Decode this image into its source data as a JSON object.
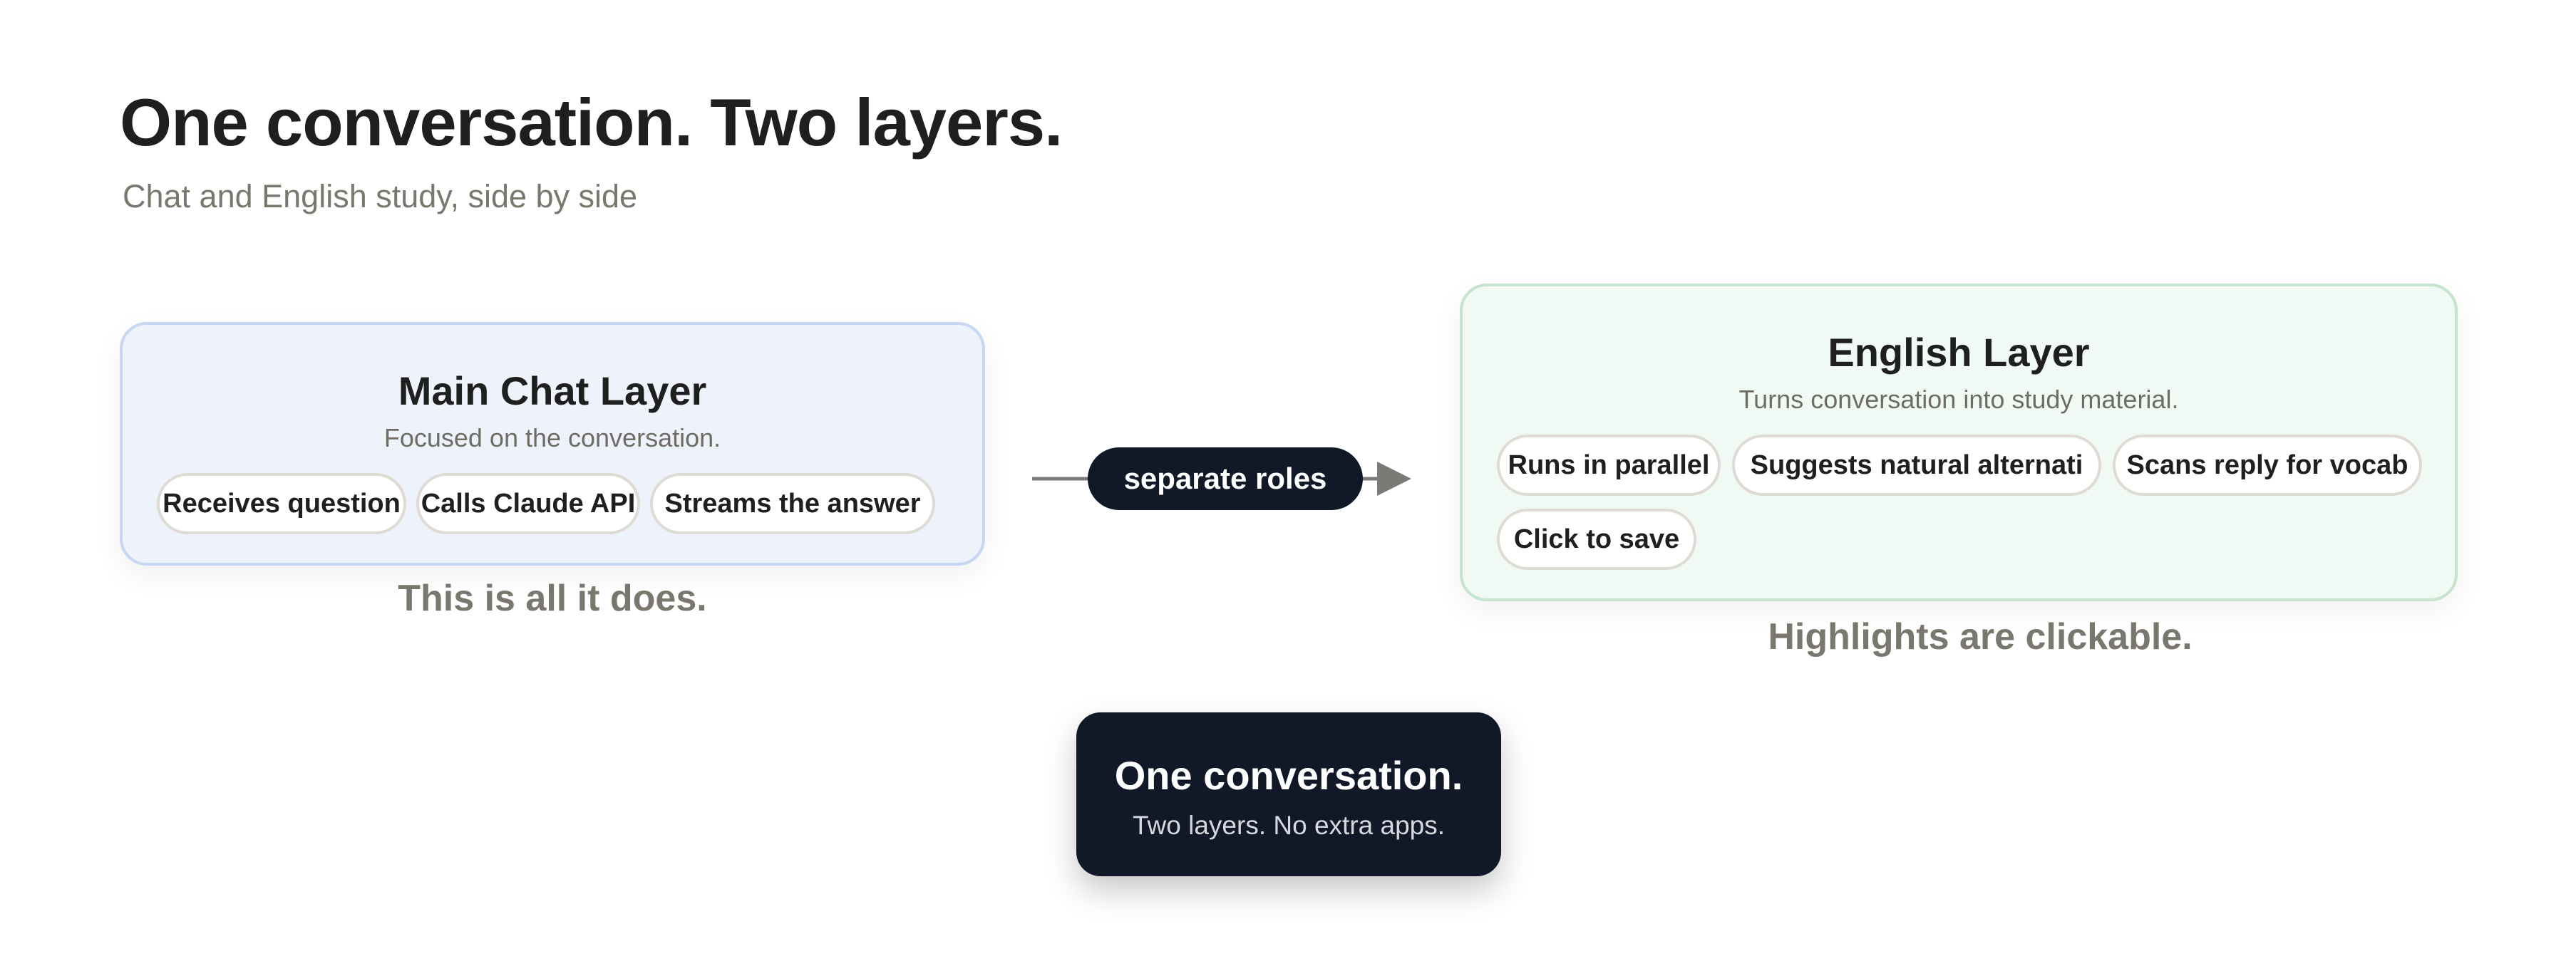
{
  "header": {
    "title": "One conversation. Two layers.",
    "subtitle": "Chat and English study, side by side"
  },
  "main_chat_layer": {
    "title": "Main Chat Layer",
    "description": "Focused on the conversation.",
    "pills": [
      "Receives question",
      "Calls Claude API",
      "Streams the answer"
    ],
    "caption": "This is all it does.",
    "colors": {
      "background": "#edf2fb",
      "border": "#c7d7f2"
    }
  },
  "connector": {
    "label": "separate roles",
    "colors": {
      "badge": "#111827",
      "line": "#7a7a76"
    }
  },
  "english_layer": {
    "title": "English Layer",
    "description": "Turns conversation into study material.",
    "pills": [
      "Runs in parallel",
      "Suggests natural alternati",
      "Scans reply for vocab",
      "Click to save"
    ],
    "caption": "Highlights are clickable.",
    "colors": {
      "background": "#f1f9f4",
      "border": "#c5e3cf"
    }
  },
  "summary": {
    "title": "One conversation.",
    "description": "Two layers. No extra apps.",
    "colors": {
      "background": "#111827"
    }
  }
}
